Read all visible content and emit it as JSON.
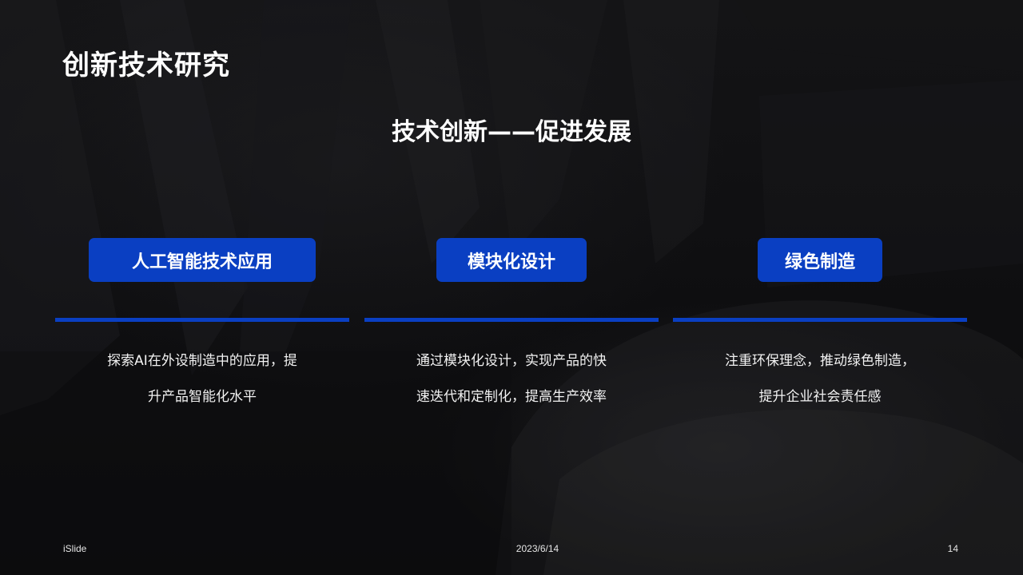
{
  "slide": {
    "title": "创新技术研究",
    "subtitle": "技术创新——促进发展"
  },
  "columns": [
    {
      "heading": "人工智能技术应用",
      "lines": [
        "探索AI在外设制造中的应用，提",
        "升产品智能化水平"
      ]
    },
    {
      "heading": "模块化设计",
      "lines": [
        "通过模块化设计，实现产品的快",
        "速迭代和定制化，提高生产效率"
      ]
    },
    {
      "heading": "绿色制造",
      "lines": [
        "注重环保理念，推动绿色制造，",
        "提升企业社会责任感"
      ]
    }
  ],
  "footer": {
    "brand": "iSlide",
    "date": "2023/6/14",
    "page_number": "14"
  },
  "colors": {
    "accent": "#0a3fc2",
    "background": "#0b0b0c",
    "text": "#ffffff"
  }
}
